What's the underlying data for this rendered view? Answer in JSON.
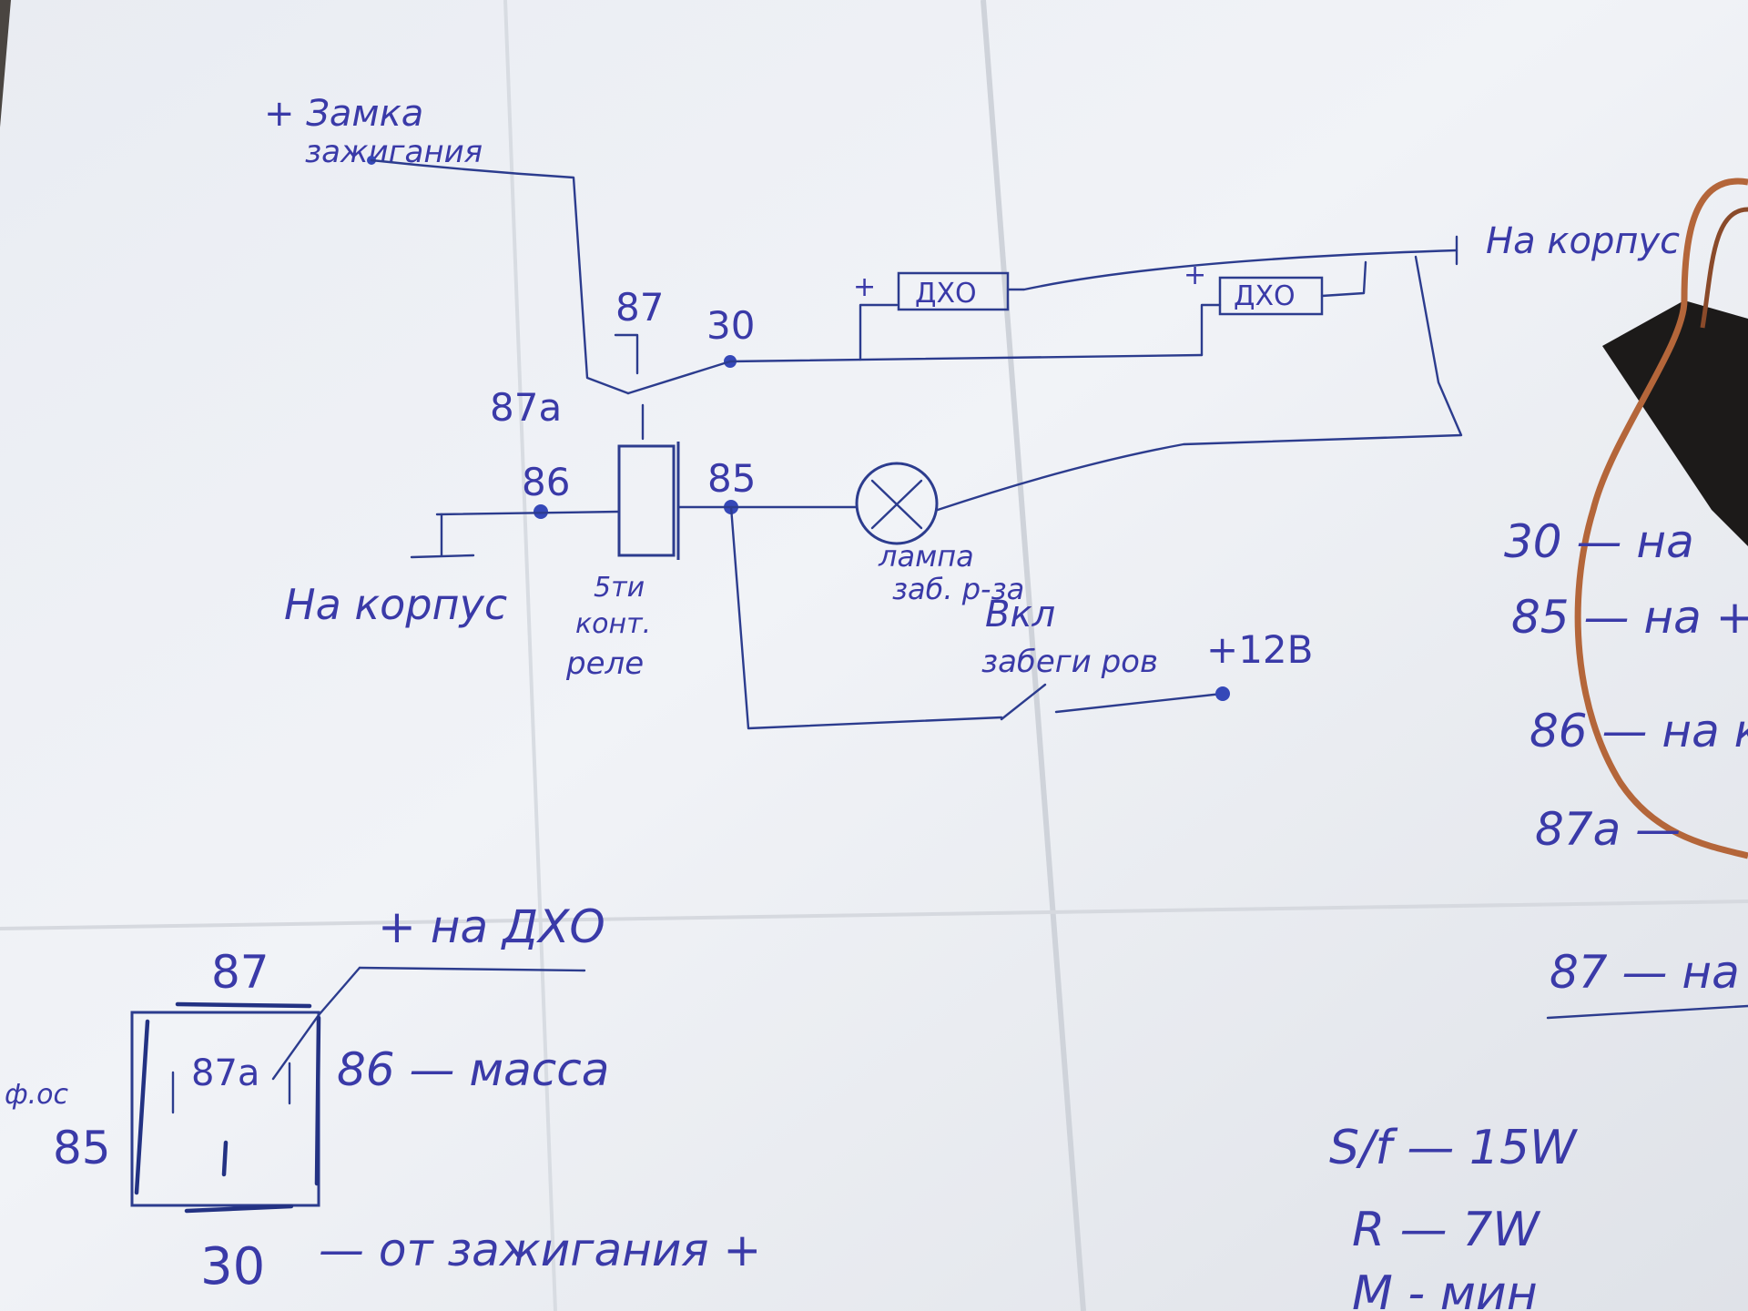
{
  "schematic": {
    "ignition_label_line1": "+ Замка",
    "ignition_label_line2": "зажигания",
    "chassis_right": "На корпус",
    "chassis_left": "На корпус",
    "drl_left": "ДХО",
    "drl_right": "ДХО",
    "plus": "+",
    "pin_87": "87",
    "pin_30": "30",
    "pin_87a": "87а",
    "pin_86": "86",
    "pin_85": "85",
    "relay_label_line1": "5ти",
    "relay_label_line2": "конт.",
    "relay_label_line3": "реле",
    "lamp_label_line1": "лампа",
    "lamp_label_line2": "заб. р-за",
    "switch_label_line1": "Вкл",
    "switch_label_line2": "забеги ров",
    "supply_label": "+12В"
  },
  "pinout": {
    "top_87": "87",
    "plus_drl": "+ на ДХО",
    "inner_87a": "87а",
    "right_86": "86 — масса",
    "left_partial": "ф.ос",
    "left_85": "85",
    "bottom_30": "30",
    "bottom_text": "— от зажигания +"
  },
  "notes_right": {
    "line_30": "30 — на",
    "line_85": "85 — на +",
    "line_86": "86 — на к",
    "line_87a": "87а —",
    "line_87": "87 — на"
  },
  "lamp_notes": {
    "sf": "S/f — 15W",
    "r": "R — 7W",
    "m": "М - мин"
  },
  "colors": {
    "ink": "#3a3aa8",
    "paper": "#eef0f4",
    "background": "#2a2622",
    "wire": "#b4663a"
  }
}
